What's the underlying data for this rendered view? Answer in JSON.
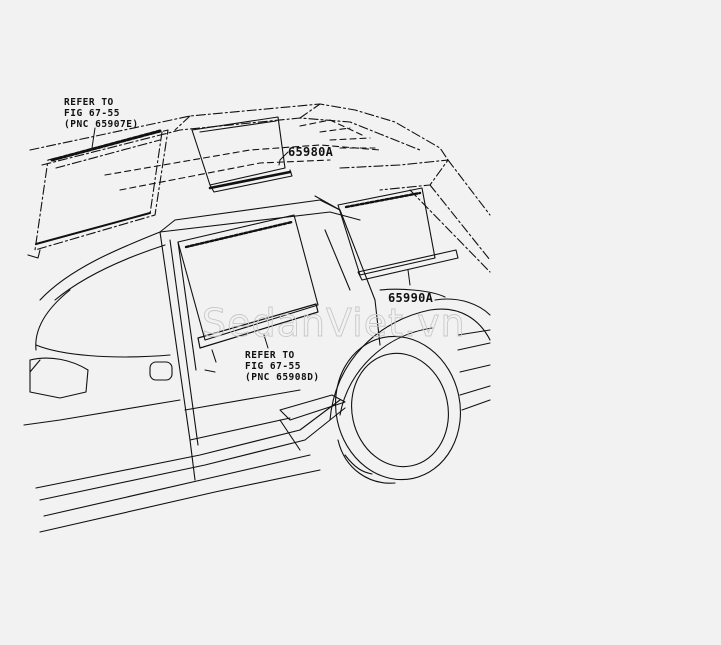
{
  "diagram": {
    "watermark": "SedanViet.vn",
    "callouts": {
      "refer_rear": [
        "REFER TO",
        "FIG 67-55",
        "(PNC 65907E)"
      ],
      "refer_front": [
        "REFER TO",
        "FIG 67-55",
        "(PNC 65908D)"
      ],
      "part_upper": "65980A",
      "part_lower": "65990A"
    }
  }
}
